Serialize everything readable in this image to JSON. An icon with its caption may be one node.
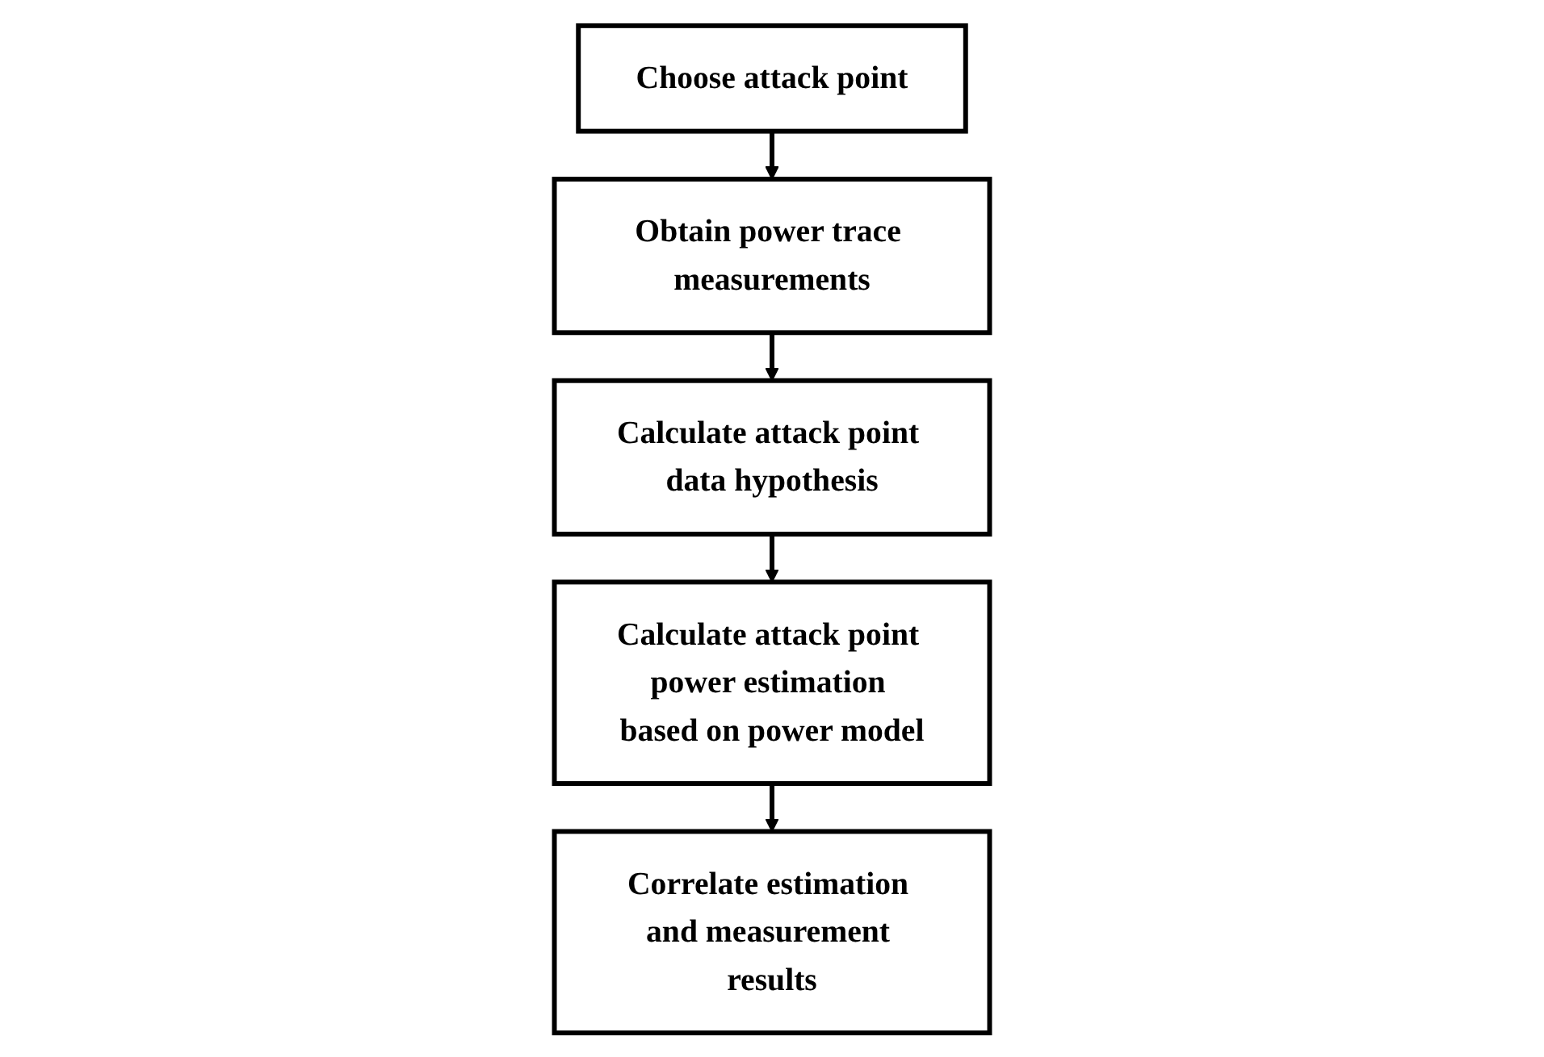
{
  "diagram": {
    "nodes": [
      {
        "text": [
          "Choose attack point"
        ]
      },
      {
        "text": [
          "Obtain power trace measurements"
        ]
      },
      {
        "text": [
          "Calculate attack point data hypothesis"
        ]
      },
      {
        "text": [
          "Calculate attack point power estimation based on power model"
        ]
      },
      {
        "text": [
          "Correlate estimation and measurement results"
        ]
      }
    ],
    "edges": [
      {
        "from": 0,
        "to": 1,
        "arrow": "to"
      },
      {
        "from": 1,
        "to": 2,
        "arrow": "to"
      },
      {
        "from": 2,
        "to": 3,
        "arrow": "to"
      },
      {
        "from": 3,
        "to": 4,
        "arrow": "to"
      }
    ]
  }
}
